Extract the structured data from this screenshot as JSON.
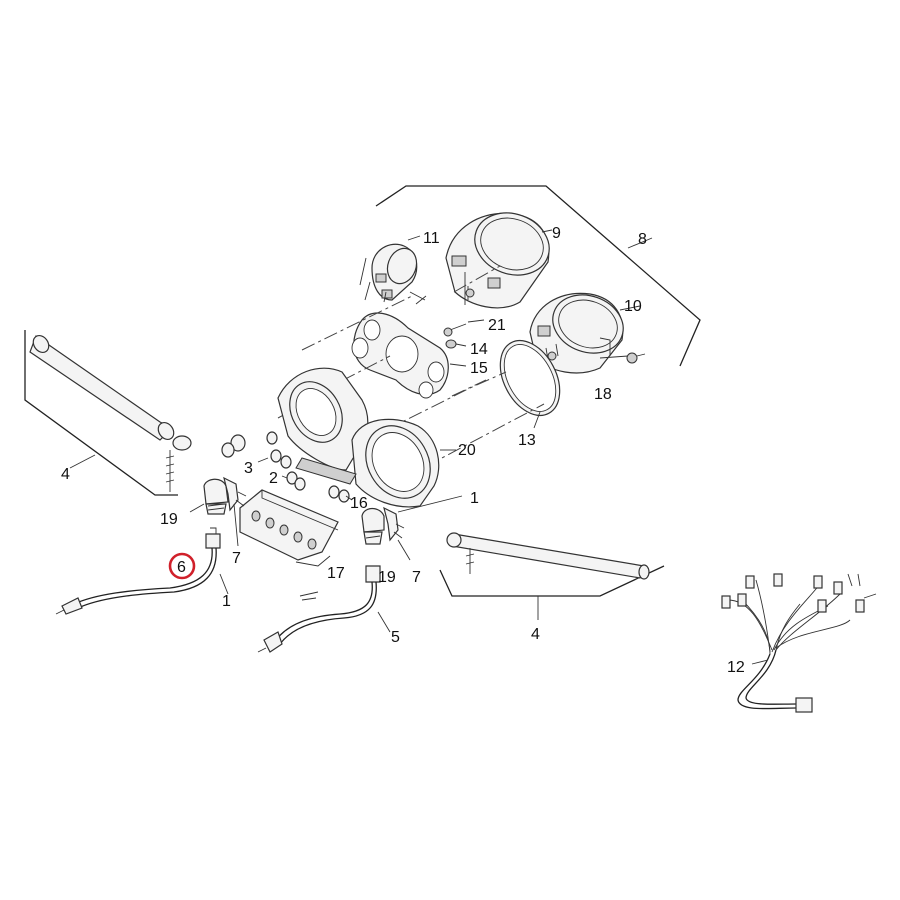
{
  "diagram": {
    "highlight_color": "#d0202a",
    "callouts": [
      {
        "id": "c1a",
        "text": "1"
      },
      {
        "id": "c1b",
        "text": "1"
      },
      {
        "id": "c2",
        "text": "2"
      },
      {
        "id": "c3",
        "text": "3"
      },
      {
        "id": "c4a",
        "text": "4"
      },
      {
        "id": "c4b",
        "text": "4"
      },
      {
        "id": "c5",
        "text": "5"
      },
      {
        "id": "c6",
        "text": "6",
        "highlighted": true
      },
      {
        "id": "c7a",
        "text": "7"
      },
      {
        "id": "c7b",
        "text": "7"
      },
      {
        "id": "c8",
        "text": "8"
      },
      {
        "id": "c9",
        "text": "9"
      },
      {
        "id": "c10",
        "text": "10"
      },
      {
        "id": "c11",
        "text": "11"
      },
      {
        "id": "c12",
        "text": "12"
      },
      {
        "id": "c13",
        "text": "13"
      },
      {
        "id": "c14",
        "text": "14"
      },
      {
        "id": "c15",
        "text": "15"
      },
      {
        "id": "c16",
        "text": "16"
      },
      {
        "id": "c17",
        "text": "17"
      },
      {
        "id": "c18",
        "text": "18"
      },
      {
        "id": "c19a",
        "text": "19"
      },
      {
        "id": "c19b",
        "text": "19"
      },
      {
        "id": "c20",
        "text": "20"
      },
      {
        "id": "c21",
        "text": "21"
      }
    ]
  }
}
